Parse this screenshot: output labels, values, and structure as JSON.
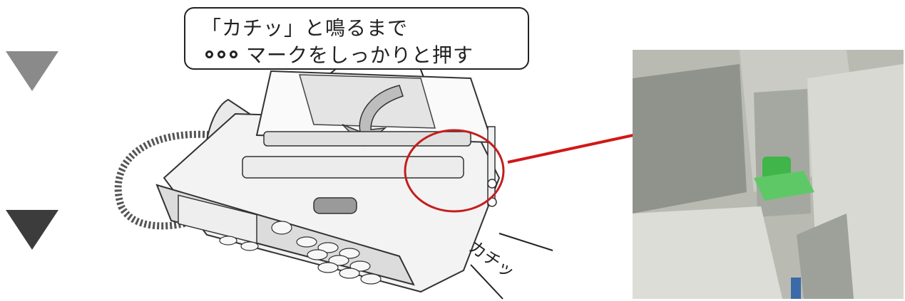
{
  "callout": {
    "line1": "「カチッ」と鳴るまで",
    "line2": "マークをしっかりと押す"
  },
  "click_sound_label": "カチッ",
  "colors": {
    "arrow_red": "#d01818",
    "highlight_circle": "#c41d1d",
    "triangle_light": "#8a8a8a",
    "triangle_dark": "#3c3c3c",
    "latch_green": "#3fb54a"
  }
}
